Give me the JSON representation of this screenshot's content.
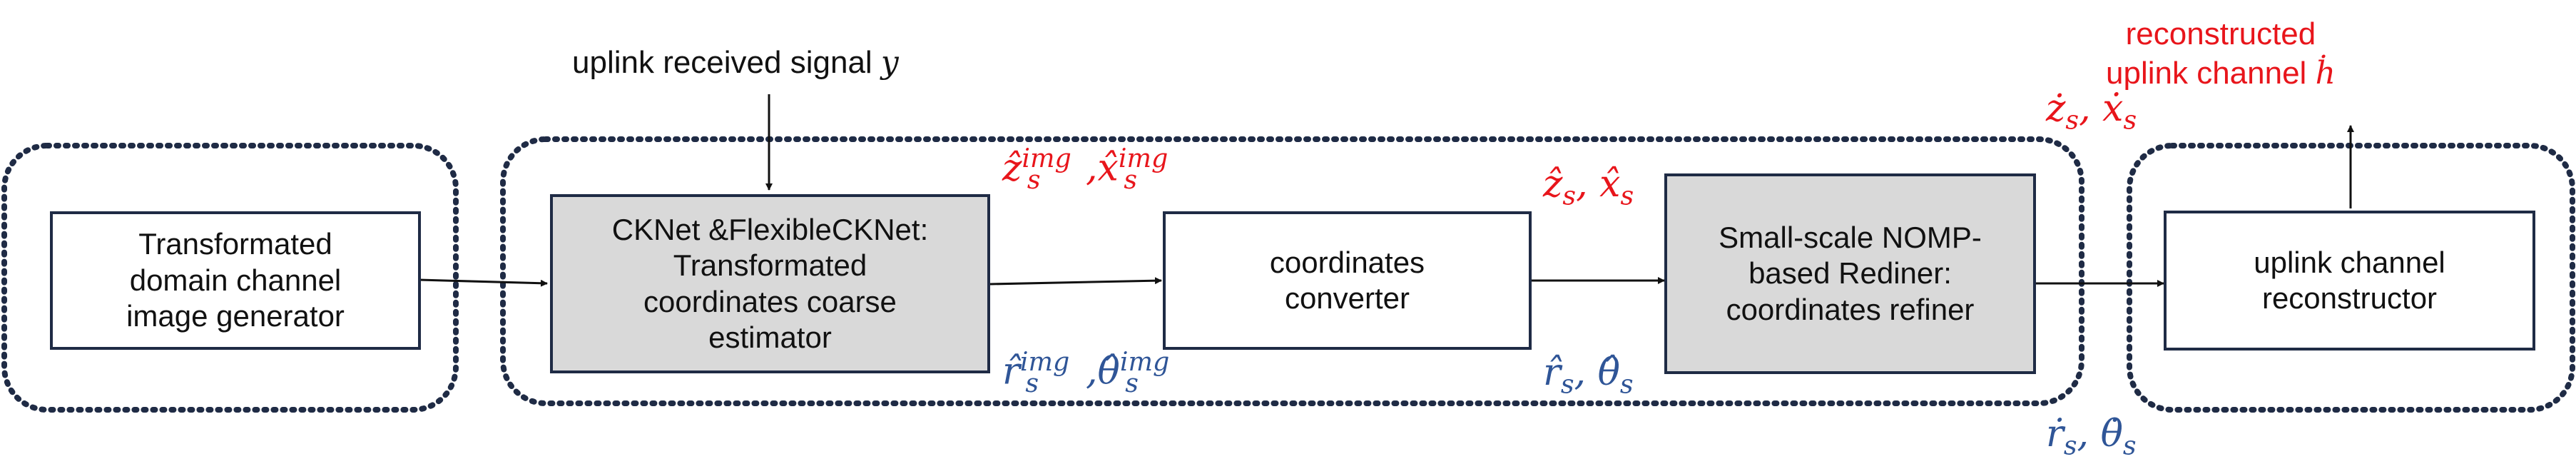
{
  "colors": {
    "estimate_red": "#e8151b",
    "estimate_blue": "#2f5597",
    "border": "#1f2b45",
    "gray_fill": "#d9d9d9"
  },
  "input": {
    "label": "uplink received signal",
    "symbol": "y"
  },
  "output": {
    "line1": "reconstructed",
    "line2": "uplink channel",
    "symbol": "ḣ"
  },
  "blocks": {
    "generator": [
      "Transformated",
      "domain channel",
      "image generator"
    ],
    "estimator": [
      "CKNet &FlexibleCKNet:",
      "Transformated",
      "coordinates coarse",
      "estimator"
    ],
    "converter": [
      "coordinates",
      "converter"
    ],
    "refiner": [
      "Small-scale NOMP-",
      "based Rediner:",
      "coordinates refiner"
    ],
    "reconstructor": [
      "uplink channel",
      "reconstructor"
    ]
  },
  "labels": {
    "z_img": "ẑ",
    "x_img": "x̂",
    "img_sup": "img",
    "s_sub": "s",
    "r_img": "r̂",
    "theta_img": "θ̂",
    "z_hat": "ẑ",
    "x_hat": "x̂",
    "r_hat": "r̂",
    "theta_hat": "θ̂",
    "z_dot": "ż",
    "x_dot": "ẋ",
    "r_dot": "ṙ",
    "theta_dot": "θ̇"
  }
}
